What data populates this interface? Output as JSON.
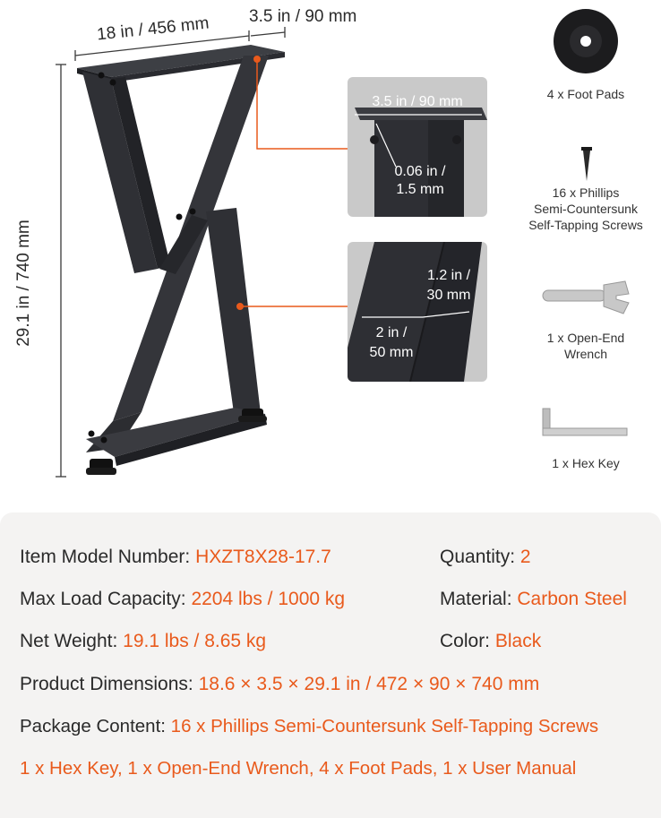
{
  "dimensions": {
    "width": "18 in / 456 mm",
    "depth": "3.5 in / 90 mm",
    "height": "29.1 in / 740 mm"
  },
  "detail_top": {
    "width": "3.5 in / 90 mm",
    "thickness_line1": "0.06 in /",
    "thickness_line2": "1.5 mm"
  },
  "detail_tube": {
    "depth_line1": "1.2 in /",
    "depth_line2": "30 mm",
    "width_line1": "2 in /",
    "width_line2": "50 mm"
  },
  "accessories": {
    "foot_pads": "4 x Foot Pads",
    "screws_line1": "16 x Phillips",
    "screws_line2": "Semi-Countersunk",
    "screws_line3": "Self-Tapping Screws",
    "wrench_line1": "1 x Open-End",
    "wrench_line2": "Wrench",
    "hex_key": "1 x Hex Key"
  },
  "specs": {
    "model_label": "Item Model Number: ",
    "model_value": "HXZT8X28-17.7",
    "quantity_label": "Quantity: ",
    "quantity_value": "2",
    "load_label": "Max Load Capacity: ",
    "load_value": "2204 lbs / 1000 kg",
    "material_label": "Material: ",
    "material_value": "Carbon Steel",
    "weight_label": "Net Weight: ",
    "weight_value": "19.1 lbs / 8.65 kg",
    "color_label": "Color: ",
    "color_value": "Black",
    "dimensions_label": "Product Dimensions: ",
    "dimensions_value": "18.6 × 3.5 × 29.1 in / 472 × 90 × 740 mm",
    "package_label": "Package Content: ",
    "package_value": "16 x Phillips Semi-Countersunk Self-Tapping Screws",
    "package_line2": "1 x Hex Key, 1 x Open-End Wrench, 4 x Foot Pads, 1 x User Manual"
  },
  "colors": {
    "accent": "#e95a1c",
    "steel": "#2e2f33"
  }
}
